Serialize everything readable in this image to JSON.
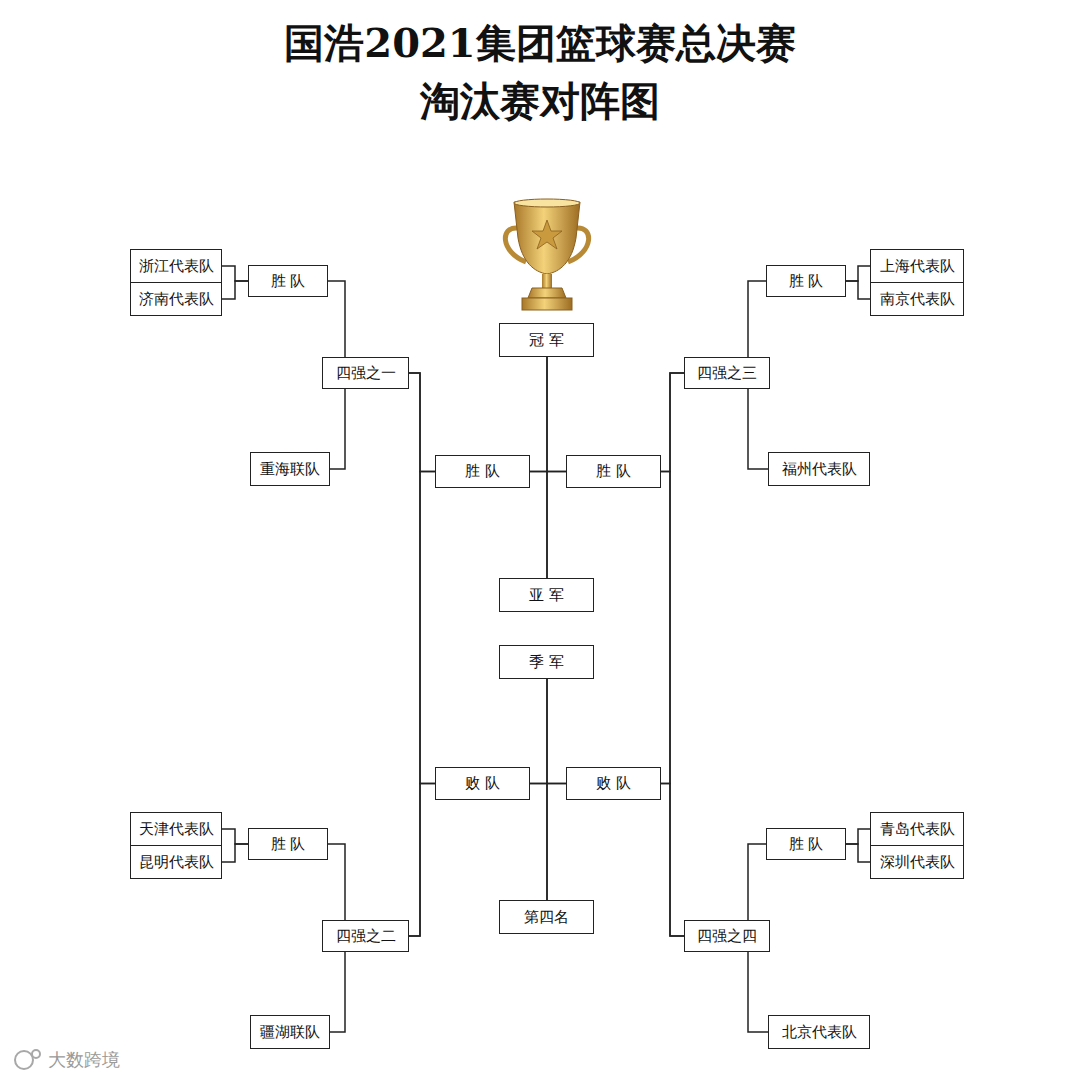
{
  "diagram": {
    "title": "国浩2021集团篮球赛总决赛 淘汰赛对阵图",
    "nodes": [
      {
        "text": [
          "浙江代表队"
        ]
      },
      {
        "text": [
          "济南代表队"
        ]
      },
      {
        "text": [
          "胜 队"
        ]
      },
      {
        "text": [
          "上海代表队"
        ]
      },
      {
        "text": [
          "南京代表队"
        ]
      },
      {
        "text": [
          "胜 队"
        ]
      },
      {
        "text": [
          "冠 军"
        ]
      },
      {
        "text": [
          "四强之一"
        ]
      },
      {
        "text": [
          "四强之三"
        ]
      },
      {
        "text": [
          "重海联队"
        ]
      },
      {
        "text": [
          "胜 队"
        ]
      },
      {
        "text": [
          "胜 队"
        ]
      },
      {
        "text": [
          "福州代表队"
        ]
      },
      {
        "text": [
          "亚 军"
        ]
      },
      {
        "text": [
          "季 军"
        ]
      },
      {
        "text": [
          "败 队"
        ]
      },
      {
        "text": [
          "败 队"
        ]
      },
      {
        "text": [
          "天津代表队"
        ]
      },
      {
        "text": [
          "昆明代表队"
        ]
      },
      {
        "text": [
          "胜 队"
        ]
      },
      {
        "text": [
          "青岛代表队"
        ]
      },
      {
        "text": [
          "深圳代表队"
        ]
      },
      {
        "text": [
          "胜 队"
        ]
      },
      {
        "text": [
          "四强之二"
        ]
      },
      {
        "text": [
          "第四名"
        ]
      },
      {
        "text": [
          "四强之四"
        ]
      },
      {
        "text": [
          "疆湖联队"
        ]
      },
      {
        "text": [
          "北京代表队"
        ]
      }
    ],
    "edges": [
      {
        "from": 0,
        "to": 2,
        "arrow": "none"
      },
      {
        "from": 1,
        "to": 2,
        "arrow": "none"
      },
      {
        "from": 3,
        "to": 5,
        "arrow": "none"
      },
      {
        "from": 4,
        "to": 5,
        "arrow": "none"
      },
      {
        "from": 2,
        "to": 7,
        "arrow": "none"
      },
      {
        "from": 9,
        "to": 7,
        "arrow": "none"
      },
      {
        "from": 5,
        "to": 8,
        "arrow": "none"
      },
      {
        "from": 12,
        "to": 8,
        "arrow": "none"
      },
      {
        "from": 7,
        "to": 10,
        "arrow": "none"
      },
      {
        "from": 7,
        "to": 15,
        "arrow": "none"
      },
      {
        "from": 23,
        "to": 10,
        "arrow": "none"
      },
      {
        "from": 23,
        "to": 15,
        "arrow": "none"
      },
      {
        "from": 8,
        "to": 11,
        "arrow": "none"
      },
      {
        "from": 8,
        "to": 16,
        "arrow": "none"
      },
      {
        "from": 25,
        "to": 11,
        "arrow": "none"
      },
      {
        "from": 25,
        "to": 16,
        "arrow": "none"
      },
      {
        "from": 10,
        "to": 6,
        "arrow": "none"
      },
      {
        "from": 10,
        "to": 13,
        "arrow": "none"
      },
      {
        "from": 11,
        "to": 6,
        "arrow": "none"
      },
      {
        "from": 11,
        "to": 13,
        "arrow": "none"
      },
      {
        "from": 15,
        "to": 14,
        "arrow": "none"
      },
      {
        "from": 15,
        "to": 24,
        "arrow": "none"
      },
      {
        "from": 16,
        "to": 14,
        "arrow": "none"
      },
      {
        "from": 16,
        "to": 24,
        "arrow": "none"
      },
      {
        "from": 17,
        "to": 19,
        "arrow": "none"
      },
      {
        "from": 18,
        "to": 19,
        "arrow": "none"
      },
      {
        "from": 20,
        "to": 22,
        "arrow": "none"
      },
      {
        "from": 21,
        "to": 22,
        "arrow": "none"
      },
      {
        "from": 19,
        "to": 23,
        "arrow": "none"
      },
      {
        "from": 26,
        "to": 23,
        "arrow": "none"
      },
      {
        "from": 22,
        "to": 25,
        "arrow": "none"
      },
      {
        "from": 27,
        "to": 25,
        "arrow": "none"
      }
    ],
    "labels": [
      "大数跨境"
    ]
  }
}
